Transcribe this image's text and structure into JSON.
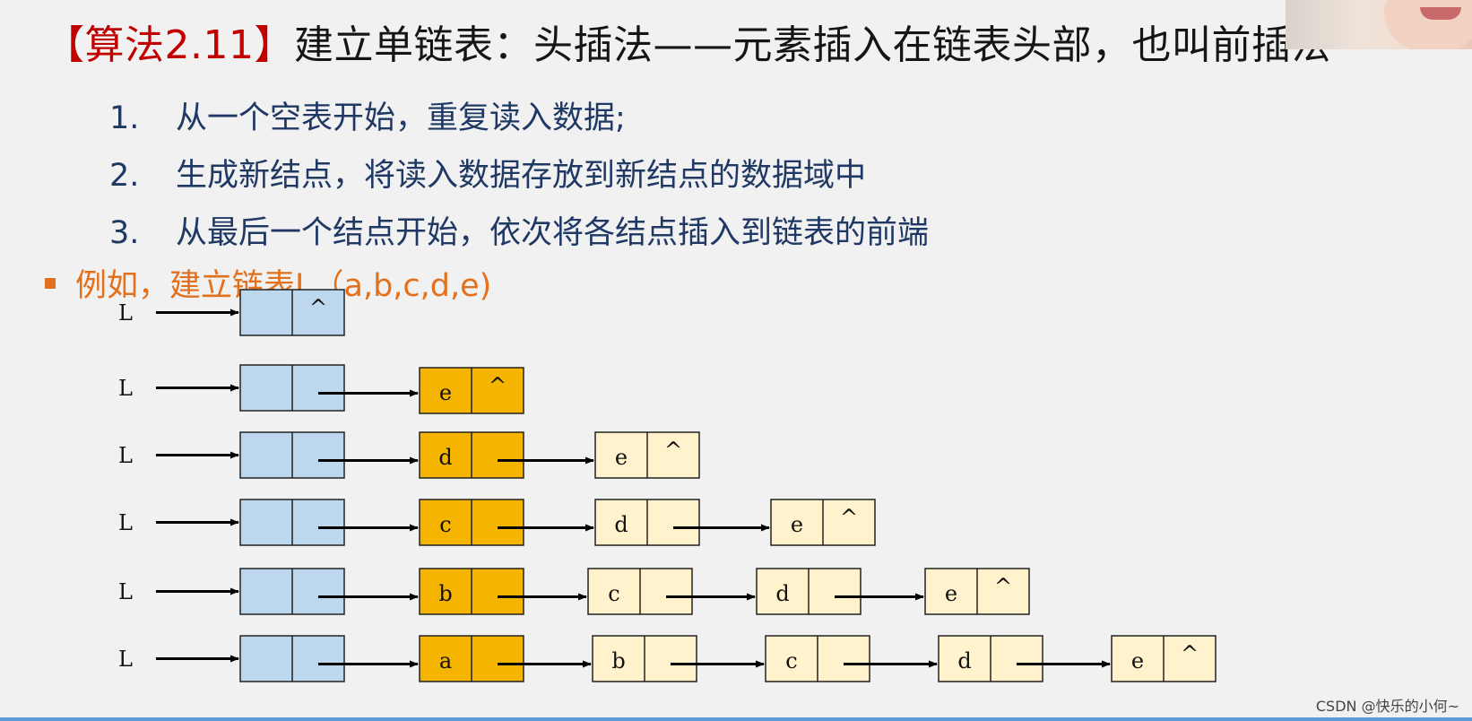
{
  "title": {
    "tag": "【算法2.11】",
    "text": "建立单链表：头插法——元素插入在链表头部，也叫前插法"
  },
  "steps": [
    {
      "num": "1.",
      "text": "从一个空表开始，重复读入数据;"
    },
    {
      "num": "2.",
      "text": "生成新结点，将读入数据存放到新结点的数据域中"
    },
    {
      "num": "3.",
      "text": "从最后一个结点开始，依次将各结点插入到链表的前端"
    }
  ],
  "example": "例如，建立链表L（a,b,c,d,e)",
  "diagram": {
    "list_label": "L",
    "null_symbol": "^",
    "rows": [
      [],
      [
        "e"
      ],
      [
        "d",
        "e"
      ],
      [
        "c",
        "d",
        "e"
      ],
      [
        "b",
        "c",
        "d",
        "e"
      ],
      [
        "a",
        "b",
        "c",
        "d",
        "e"
      ]
    ],
    "colors": {
      "head": "#bdd7ee",
      "new_node": "#f4b400",
      "old_node": "#fff2cc",
      "border": "#222222"
    }
  },
  "watermark": "CSDN @快乐的小何~"
}
